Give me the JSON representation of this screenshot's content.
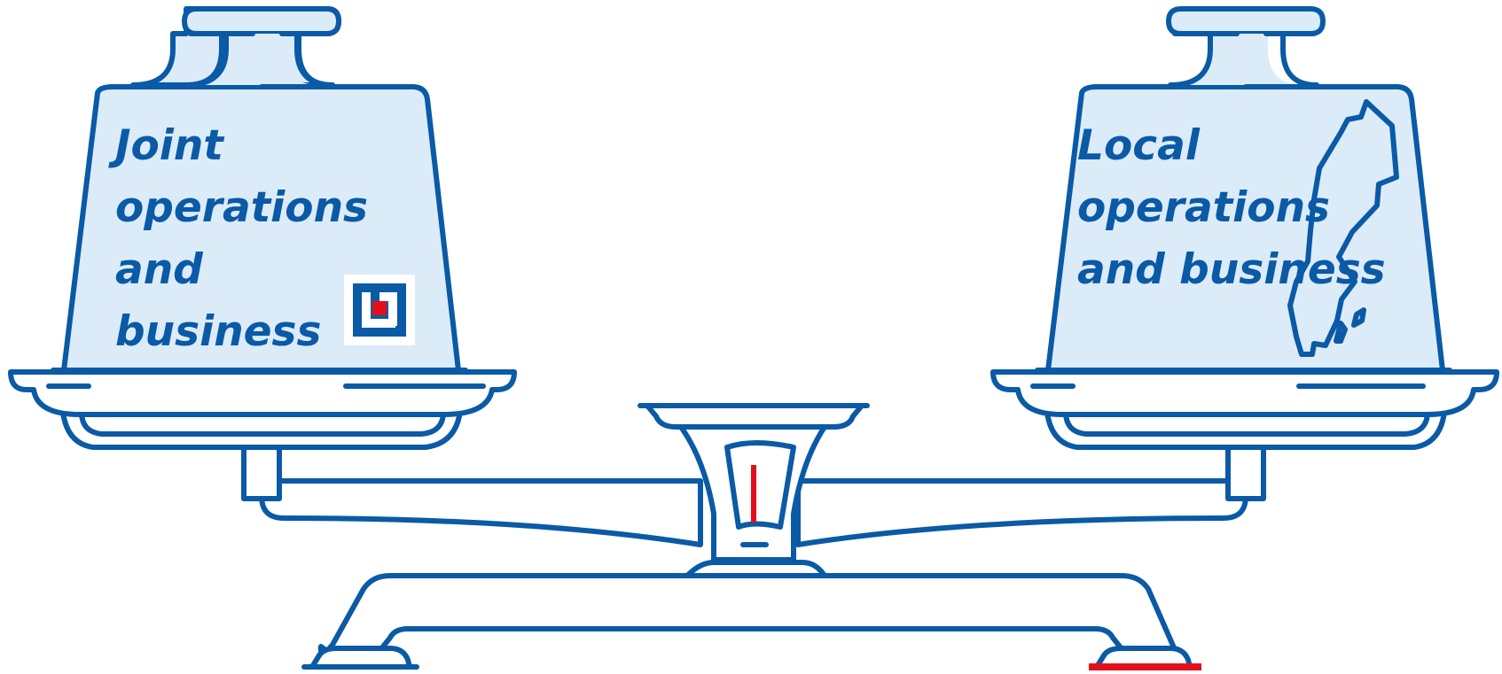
{
  "left_weight": {
    "lines": [
      "Joint",
      "operations",
      "and",
      "business"
    ],
    "logo": "company-logo"
  },
  "right_weight": {
    "lines": [
      "Local",
      "operations",
      "and business"
    ],
    "icon": "sweden-map-icon"
  },
  "colors": {
    "outline": "#0a5aa6",
    "weight_fill": "#dcebf8",
    "indicator": "#e3101c",
    "logo_blue": "#0a5aa6",
    "logo_red": "#e3101c"
  }
}
